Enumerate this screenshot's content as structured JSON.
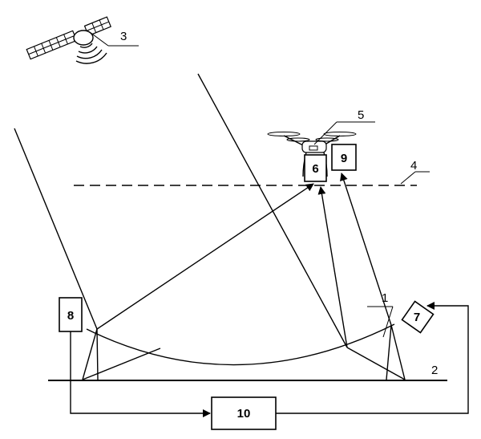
{
  "diagram": {
    "callouts": {
      "c1": "1",
      "c2": "2",
      "c3": "3",
      "c4": "4",
      "c5": "5"
    },
    "blocks": {
      "b6": "6",
      "b7": "7",
      "b8": "8",
      "b9": "9",
      "b10": "10"
    }
  }
}
